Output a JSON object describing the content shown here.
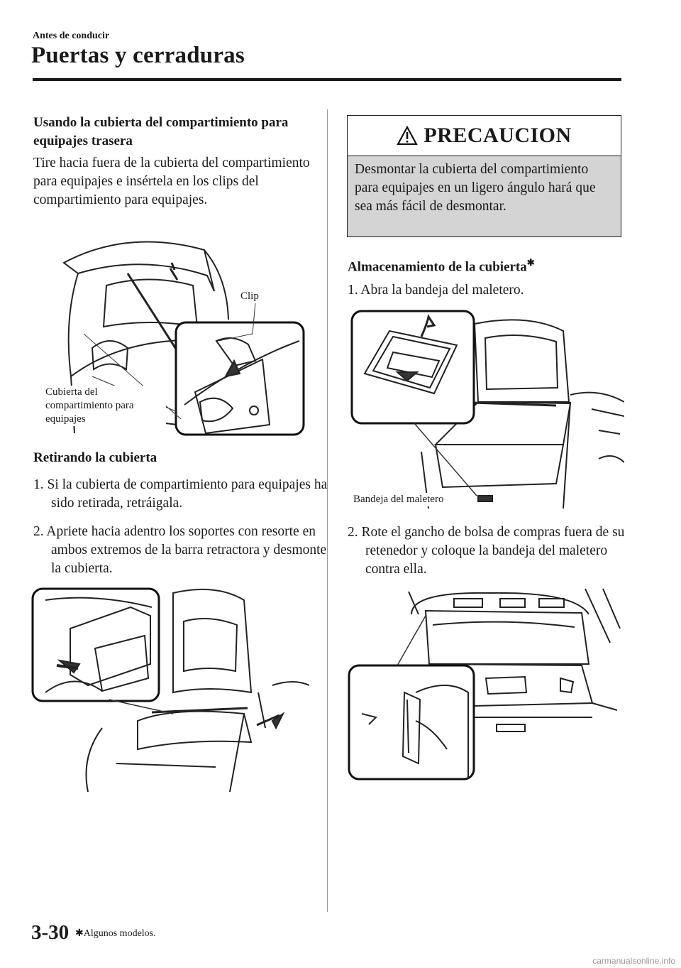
{
  "header": {
    "section": "Antes de conducir",
    "title": "Puertas y cerraduras"
  },
  "left": {
    "heading1": "Usando la cubierta del compartimiento para equipajes trasera",
    "para1": "Tire hacia fuera de la cubierta del compartimiento para equipajes e insértela en los clips del compartimiento para equipajes.",
    "fig1": {
      "label_clip": "Clip",
      "label_cover": "Cubierta del compartimiento para equipajes"
    },
    "heading2": "Retirando la cubierta",
    "step1": "1. Si la cubierta de compartimiento para equipajes ha sido retirada, retráigala.",
    "step2": "2. Apriete hacia adentro los soportes con resorte en ambos extremos de la barra retractora y desmonte la cubierta."
  },
  "right": {
    "caution": {
      "title": "PRECAUCION",
      "text": "Desmontar la cubierta del compartimiento para equipajes en un ligero ángulo hará que sea más fácil de desmontar."
    },
    "heading": "Almacenamiento de la cubierta",
    "heading_mark": "✱",
    "step1": "1. Abra la bandeja del maletero.",
    "fig_label_tray": "Bandeja del maletero",
    "step2": "2. Rote el gancho de bolsa de compras fuera de su retenedor y coloque la bandeja del maletero contra ella."
  },
  "footer": {
    "page": "3-30",
    "mark": "✱",
    "note": "Algunos modelos."
  },
  "watermark": "carmanualsonline.info"
}
